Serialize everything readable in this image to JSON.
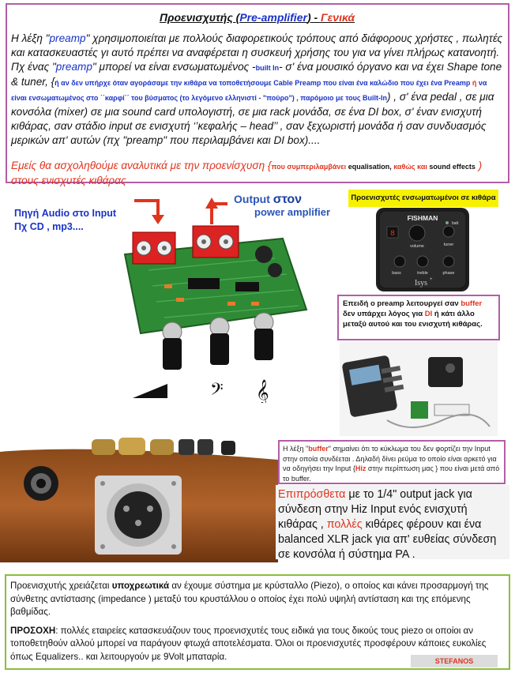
{
  "intro": {
    "title_prefix": "Προενισχυτής (",
    "title_term": "Pre-amplifier",
    "title_mid": ") - ",
    "title_suffix": "Γενικά",
    "p1_a": "Η λέξη \"",
    "p1_preamp1": "preamp",
    "p1_b": "\" χρησιμοποιείται με πολλούς διαφορετικούς τρόπους από διάφορους χρήστες , πωλητές και κατασκευαστές γι αυτό πρέπει να αναφέρεται η συσκευή χρήσης του για να γίνει πλήρως κατανοητή. Πχ ένας \"",
    "p1_preamp2": "preamp",
    "p1_c": "\" μπορεί να είναι ενσωματωμένος -",
    "p1_builtin": "built In",
    "p1_d": "- σ' ένα μουσικό όργανο και να έχει Shape tone & tuner, {",
    "p1_note": "ή αν δεν υπήρχε όταν αγοράσαμε την κιθάρα να τοποθετήσουμε Cable Preamp που είναι ένα καλώδιο που  έχει ένα Preamp",
    "p1_note_red": " ή",
    "p1_note2": " να είναι ενσωματωμένος στο ΄΄καρφί΄΄ του βύσματος (το λεγόμενο ελληνιστί - \"πούρο\") , παρόμοιο με τους Built-In",
    "p1_e": ") , σ' ένα pedal , σε μια κονσόλα (mixer) σε μια sound card υπολογιστή, σε μια rack μονάδα, σε ένα DI box, σ' έναν ενισχυτή κιθάρας, σαν στάδιο  input  σε ενισχυτή ‘’κεφαλής – head’’ , σαν ξεχωριστή μονάδα ή σαν συνδυασμός μερικών απ' αυτών (πχ \"preamp\" που περιλαμβάνει και DI box)....",
    "p2_a": "Εμείς θα ασχοληθούμε αναλυτικά με την προενίσχυση {",
    "p2_b": "που συμπεριλαμβάνει",
    "p2_c": " equalisation, ",
    "p2_d": "καθώς και",
    "p2_e": "  sound effects",
    "p2_f": " ) στους ενισχυτές κιθάρας"
  },
  "audio_source": {
    "line1": "Πηγή Audio στο Input",
    "line2": "Πχ CD , mp3...."
  },
  "output_label": {
    "word": "Output",
    "greek": "στον",
    "sub": "power amplifier"
  },
  "builtin_label": "Προενισχυτές ενσωματωμένοι σε κιθάρα",
  "fishman": {
    "brand": "FISHMAN",
    "batt": "batt",
    "volume": "volume",
    "tuner": "tuner",
    "bass": "bass",
    "treble": "treble",
    "phase": "phase",
    "model": "Isys",
    "model_sup": "+"
  },
  "buffer_note": {
    "a": "Επειδή ο preamp λειτουργεί σαν ",
    "red1": "buffer",
    "b": " δεν υπάρχει λόγος για  ",
    "red2": "DI",
    "c": " ή κάτι άλλο μεταξύ αυτού και του ενισχυτή κιθάρας."
  },
  "buffer_exp": {
    "a": "Η λέξη \"",
    "red1": "buffer",
    "b": "\" σημαίνει ότι το κύκλωμα του δεν φορτίζει την Input στην οποία συνδέεται . Δηλαδή δίνει ρεύμα το οποίο είναι αρκετό για να οδηγήσει την Input {",
    "red2": "Hiz",
    "c": " στην περίπτωση μας }  που είναι μετά από το buffer."
  },
  "jack_exp": {
    "red1": "Επιπρόσθετα",
    "a": " με το 1/4\" output jack για σύνδεση στην Hiz Input ενός ενισχυτή κιθάρας , ",
    "red2": "πολλές",
    "b": " κιθάρες φέρουν και ένα balanced XLR jack για απ' ευθείας σύνδεση σε κονσόλα ή σύστημα PA ."
  },
  "bottom": {
    "p1_a": "Προενισχυτής χρειάζεται ",
    "p1_bold": "υποχρεωτικά",
    "p1_b": " αν έχουμε σύστημα με κρύσταλλο (Piezo), ο οποίος και κάνει προσαρμογή της σύνθετης αντίστασης (impedance ) μεταξύ του  κρυστάλλου ο οποίος έχει πολύ υψηλή αντίσταση και της επόμενης βαθμίδας.",
    "p2_bold": "ΠΡΟΣΟΧΗ",
    "p2_a": ": πολλές εταιρείες κατασκευάζουν τους προενισχυτές τους ειδικά για τους δικούς τους piezo οι οποίοι αν τοποθετηθούν αλλού μπορεί να παράγουν φτωχά αποτελέσματα. Όλοι οι προενισχυτές προσφέρουν κάποιες ευκολίες όπως Equalizers..  και λειτουργούν με 9Volt μπαταρία."
  },
  "signature": "STEFANOS",
  "colors": {
    "frame_purple": "#b35ea6",
    "frame_green": "#8bbd3a",
    "accent_red": "#e0341e",
    "accent_blue": "#1a33c7",
    "highlight_yellow": "#f6f100"
  }
}
